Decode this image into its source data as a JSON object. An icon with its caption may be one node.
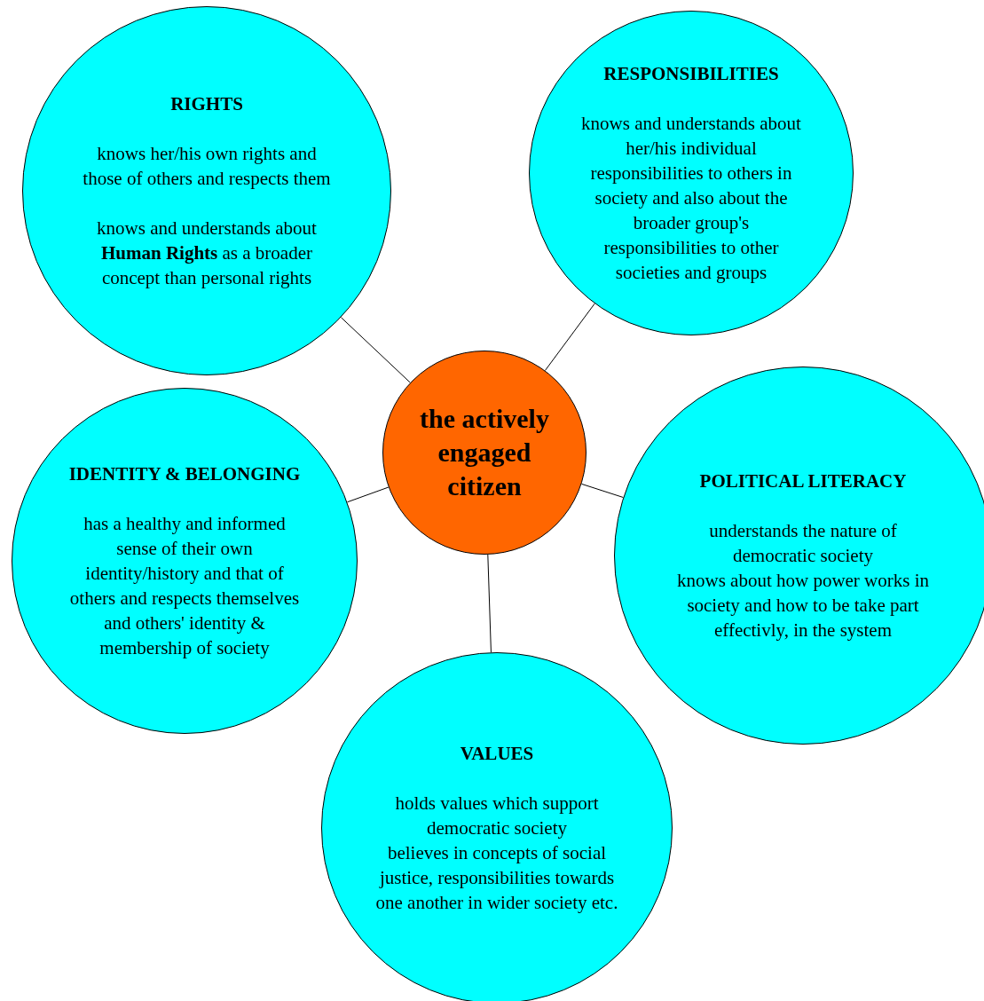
{
  "diagram": {
    "nodes": [
      {
        "text": [
          "RIGHTS",
          "knows her/his own rights and those of others and respects them",
          "knows and understands about **Human Rights** as a broader concept than personal rights"
        ]
      },
      {
        "text": [
          "RESPONSIBILITIES",
          "knows and understands about her/his individual responsibilities to others in society and also about the broader group's responsibilities to other societies and groups"
        ]
      },
      {
        "text": [
          "the actively engaged citizen"
        ]
      },
      {
        "text": [
          "IDENTITY & BELONGING",
          "has a healthy and informed sense of their own identity/history and that of others and respects themselves and others' identity & membership of society"
        ]
      },
      {
        "text": [
          "POLITICAL LITERACY",
          "understands the nature of democratic society",
          "knows about how power works in society and how to be take part effectivly, in the system"
        ]
      },
      {
        "text": [
          "VALUES",
          "holds values which support democratic society",
          "believes in concepts of social justice, responsibilities towards one another in wider society etc."
        ]
      }
    ],
    "edges": [
      {
        "from": 2,
        "to": 0,
        "arrow": "none"
      },
      {
        "from": 2,
        "to": 1,
        "arrow": "none"
      },
      {
        "from": 2,
        "to": 3,
        "arrow": "none"
      },
      {
        "from": 2,
        "to": 4,
        "arrow": "none"
      },
      {
        "from": 2,
        "to": 5,
        "arrow": "none"
      }
    ]
  }
}
